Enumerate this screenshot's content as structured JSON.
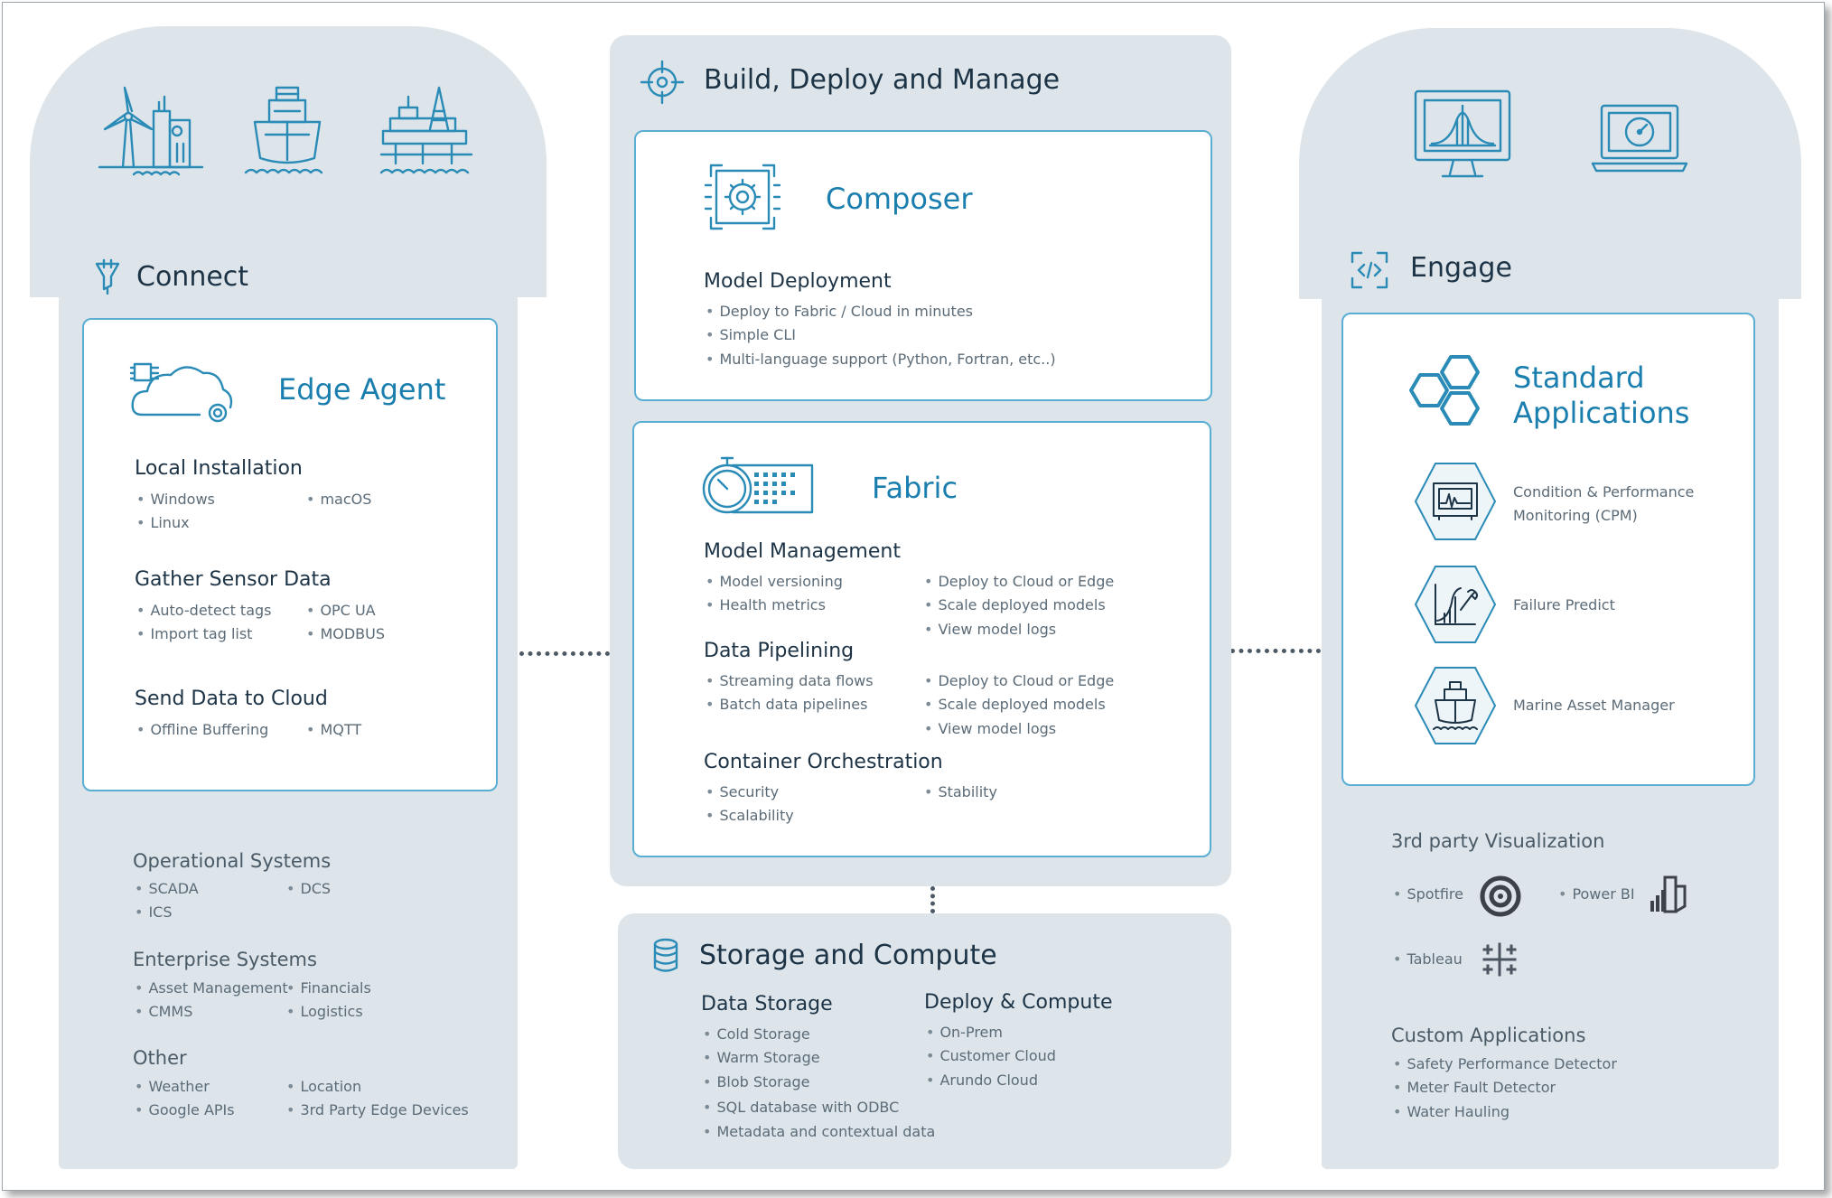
{
  "connect": {
    "title": "Connect",
    "edge_agent": {
      "title": "Edge Agent",
      "local_installation": {
        "heading": "Local Installation",
        "left": [
          "Windows",
          "Linux"
        ],
        "right": [
          "macOS"
        ]
      },
      "gather_sensor_data": {
        "heading": "Gather Sensor Data",
        "left": [
          "Auto-detect tags",
          "Import tag list"
        ],
        "right": [
          "OPC UA",
          "MODBUS"
        ]
      },
      "send_data": {
        "heading": "Send Data to Cloud",
        "left": [
          "Offline Buffering"
        ],
        "right": [
          "MQTT"
        ]
      }
    },
    "operational": {
      "heading": "Operational Systems",
      "left": [
        "SCADA",
        "ICS"
      ],
      "right": [
        "DCS"
      ]
    },
    "enterprise": {
      "heading": "Enterprise Systems",
      "left": [
        "Asset Management",
        "CMMS"
      ],
      "right": [
        "Financials",
        "Logistics"
      ]
    },
    "other": {
      "heading": "Other",
      "left": [
        "Weather",
        "Google APIs"
      ],
      "right": [
        "Location",
        "3rd Party Edge Devices"
      ]
    }
  },
  "build": {
    "title": "Build, Deploy and Manage",
    "composer": {
      "title": "Composer",
      "heading": "Model Deployment",
      "items": [
        "Deploy to Fabric / Cloud in minutes",
        "Simple CLI",
        "Multi-language support (Python, Fortran, etc..)"
      ]
    },
    "fabric": {
      "title": "Fabric",
      "model_management": {
        "heading": "Model Management",
        "left": [
          "Model versioning",
          "Health metrics"
        ],
        "right": [
          "Deploy to Cloud or Edge",
          "Scale deployed models",
          "View model logs"
        ]
      },
      "data_pipelining": {
        "heading": "Data Pipelining",
        "left": [
          "Streaming data flows",
          "Batch data pipelines"
        ],
        "right": [
          "Deploy to Cloud or Edge",
          "Scale deployed models",
          "View model logs"
        ]
      },
      "container": {
        "heading": "Container Orchestration",
        "left": [
          "Security",
          "Scalability"
        ],
        "right": [
          "Stability"
        ]
      }
    }
  },
  "storage": {
    "title": "Storage and Compute",
    "data_storage": {
      "heading": "Data Storage",
      "items": [
        "Cold Storage",
        "Warm Storage",
        "Blob Storage",
        "SQL database with ODBC",
        "Metadata and contextual data"
      ]
    },
    "deploy_compute": {
      "heading": "Deploy & Compute",
      "items": [
        "On-Prem",
        "Customer Cloud",
        "Arundo Cloud"
      ]
    }
  },
  "engage": {
    "title": "Engage",
    "standard_apps": {
      "title_line1": "Standard",
      "title_line2": "Applications",
      "cpm_line1": "Condition & Performance",
      "cpm_line2": "Monitoring (CPM)",
      "failure": "Failure Predict",
      "marine": "Marine Asset Manager"
    },
    "third_party": {
      "heading": "3rd party Visualization",
      "spotfire": "Spotfire",
      "powerbi": "Power BI",
      "tableau": "Tableau"
    },
    "custom": {
      "heading": "Custom Applications",
      "items": [
        "Safety Performance Detector",
        "Meter Fault Detector",
        "Water Hauling"
      ]
    }
  },
  "colors": {
    "panel": "#dde5ea",
    "accent": "#1a7eae",
    "card_border": "#5aaed3",
    "text": "#1d3346"
  },
  "icons": [
    "wind-turbine-icon",
    "factory-icon",
    "ship-icon",
    "oil-rig-icon",
    "crosshair-icon",
    "funnel-icon",
    "cloud-chip-icon",
    "gear-frame-icon",
    "stopwatch-icon",
    "database-icon",
    "code-icon",
    "hexagon-cluster-icon",
    "monitor-chart-icon",
    "laptop-gauge-icon",
    "spotfire-icon",
    "powerbi-icon",
    "tableau-icon"
  ]
}
